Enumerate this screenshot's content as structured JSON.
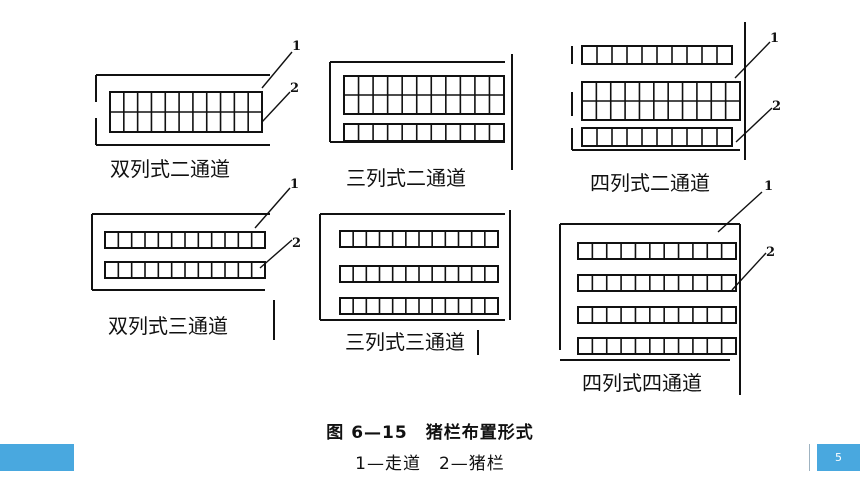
{
  "panels": [
    {
      "id": "p1",
      "label": "双列式二通道"
    },
    {
      "id": "p2",
      "label": "三列式二通道"
    },
    {
      "id": "p3",
      "label": "四列式二通道"
    },
    {
      "id": "p4",
      "label": "双列式三通道"
    },
    {
      "id": "p5",
      "label": "三列式三通道"
    },
    {
      "id": "p6",
      "label": "四列式四通道"
    }
  ],
  "callouts": {
    "aisle": "1",
    "pen": "2"
  },
  "caption": {
    "title": "图 6—15　猪栏布置形式",
    "legend": "1—走道　2—猪栏"
  },
  "page_number": "5",
  "colors": {
    "accent": "#49a8df",
    "ink": "#111111"
  }
}
